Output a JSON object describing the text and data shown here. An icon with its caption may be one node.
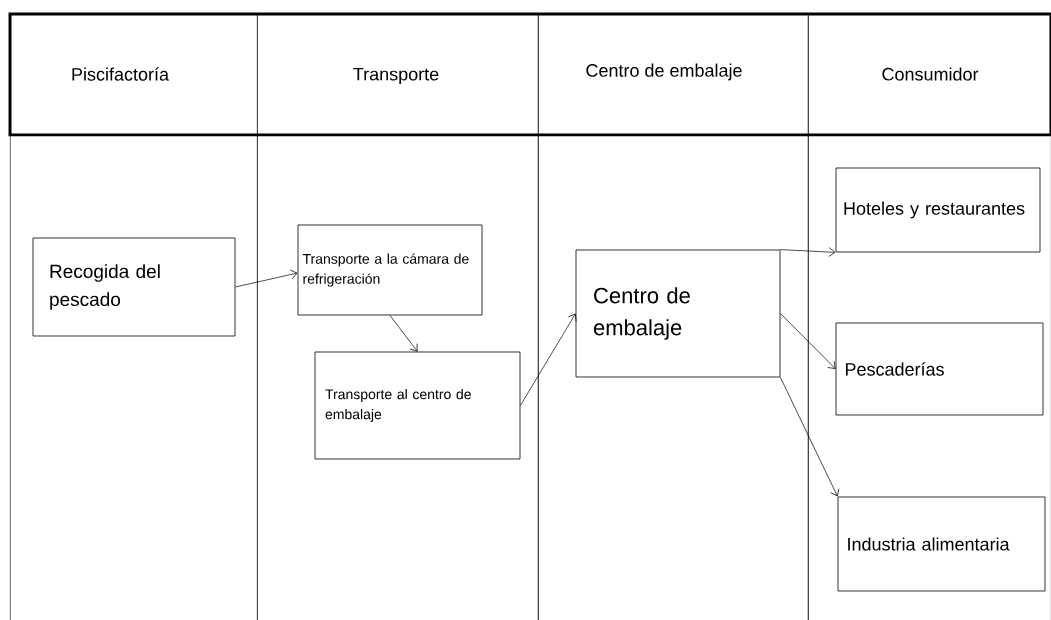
{
  "diagram": {
    "nodes": [
      {
        "text": [
          "Piscifactoría"
        ]
      },
      {
        "text": [
          "Transporte"
        ]
      },
      {
        "text": [
          "Centro de embalaje"
        ]
      },
      {
        "text": [
          "Consumidor"
        ]
      },
      {
        "text": [
          "Recogida del pescado"
        ],
        "in": 0
      },
      {
        "text": [
          "Transporte a la cámara de refrigeración"
        ],
        "in": 1
      },
      {
        "text": [
          "Transporte al centro de embalaje"
        ],
        "in": 1
      },
      {
        "text": [
          "Centro de embalaje"
        ],
        "in": 2
      },
      {
        "text": [
          "Hoteles y restaurantes"
        ],
        "in": 3
      },
      {
        "text": [
          "Pescaderías"
        ],
        "in": 3
      },
      {
        "text": [
          "Industria alimentaria"
        ],
        "in": 3
      }
    ],
    "edges": [
      {
        "from": 4,
        "to": 5,
        "arrow": "to"
      },
      {
        "from": 5,
        "to": 6,
        "arrow": "to"
      },
      {
        "from": 6,
        "to": 7,
        "arrow": "to"
      },
      {
        "from": 7,
        "to": 8,
        "arrow": "to"
      },
      {
        "from": 7,
        "to": 9,
        "arrow": "to"
      },
      {
        "from": 7,
        "to": 10,
        "arrow": "to"
      }
    ]
  }
}
